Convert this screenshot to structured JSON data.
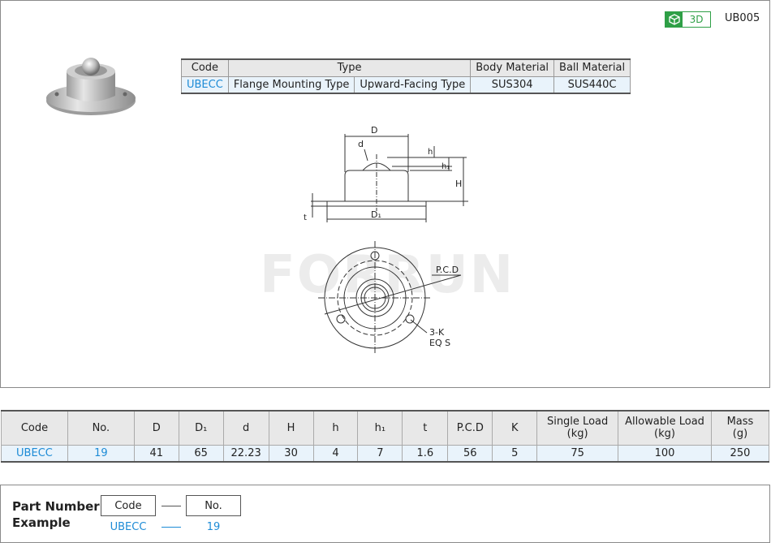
{
  "header": {
    "badge_3d": "3D",
    "series_code": "UB005"
  },
  "type_table": {
    "headers": {
      "code": "Code",
      "type": "Type",
      "body_material": "Body Material",
      "ball_material": "Ball Material"
    },
    "row": {
      "code": "UBECC",
      "type_1": "Flange Mounting Type",
      "type_2": "Upward-Facing Type",
      "body_material": "SUS304",
      "ball_material": "SUS440C"
    }
  },
  "drawing": {
    "labels": {
      "D": "D",
      "d": "d",
      "h": "h",
      "h1": "h₁",
      "H": "H",
      "t": "t",
      "D1": "D₁",
      "pcd": "P.C.D",
      "k": "3-K",
      "eqs": "EQ S"
    },
    "watermark": "FORRUN"
  },
  "spec_table": {
    "headers": [
      {
        "l1": "Code",
        "l2": ""
      },
      {
        "l1": "No.",
        "l2": ""
      },
      {
        "l1": "D",
        "l2": ""
      },
      {
        "l1": "D₁",
        "l2": ""
      },
      {
        "l1": "d",
        "l2": ""
      },
      {
        "l1": "H",
        "l2": ""
      },
      {
        "l1": "h",
        "l2": ""
      },
      {
        "l1": "h₁",
        "l2": ""
      },
      {
        "l1": "t",
        "l2": ""
      },
      {
        "l1": "P.C.D",
        "l2": ""
      },
      {
        "l1": "K",
        "l2": ""
      },
      {
        "l1": "Single Load",
        "l2": "(kg)"
      },
      {
        "l1": "Allowable Load",
        "l2": "(kg)"
      },
      {
        "l1": "Mass",
        "l2": "(g)"
      }
    ],
    "row": [
      "UBECC",
      "19",
      "41",
      "65",
      "22.23",
      "30",
      "4",
      "7",
      "1.6",
      "56",
      "5",
      "75",
      "100",
      "250"
    ]
  },
  "part_number": {
    "title_line1": "Part Number",
    "title_line2": "Example",
    "code_label": "Code",
    "no_label": "No.",
    "code_value": "UBECC",
    "no_value": "19"
  },
  "colors": {
    "accent_blue": "#1d8bd6",
    "badge_green": "#2e9f46"
  }
}
